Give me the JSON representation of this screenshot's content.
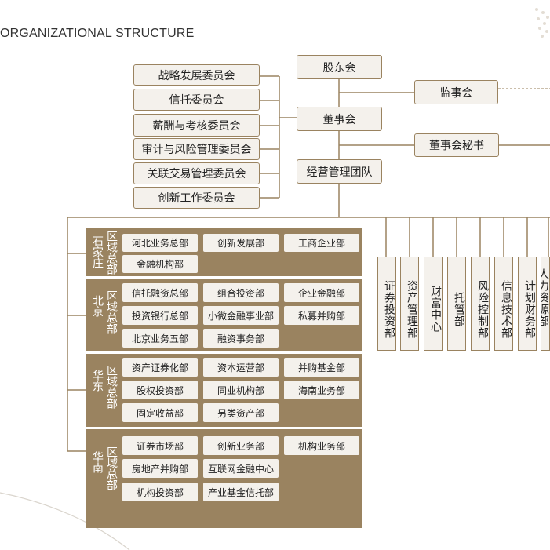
{
  "title": "ORGANIZATIONAL STRUCTURE",
  "top": {
    "shareholders": "股东会",
    "board": "董事会",
    "management": "经营管理团队",
    "supervisors": "监事会",
    "board_secretary": "董事会秘书"
  },
  "committees": [
    "战略发展委员会",
    "信托委员会",
    "薪酬与考核委员会",
    "审计与风险管理委员会",
    "关联交易管理委员会",
    "创新工作委员会"
  ],
  "regions": [
    {
      "name_a": "区域总部",
      "name_b": "石家庄",
      "depts": [
        "河北业务总部",
        "创新发展部",
        "工商企业部",
        "金融机构部"
      ]
    },
    {
      "name_a": "区域总部",
      "name_b": "北京",
      "depts": [
        "信托融资总部",
        "组合投资部",
        "企业金融部",
        "投资银行总部",
        "小微金融事业部",
        "私募并购部",
        "北京业务五部",
        "融资事务部"
      ]
    },
    {
      "name_a": "区域总部",
      "name_b": "华东",
      "depts": [
        "资产证券化部",
        "资本运营部",
        "并购基金部",
        "股权投资部",
        "同业机构部",
        "海南业务部",
        "固定收益部",
        "另类资产部"
      ]
    },
    {
      "name_a": "区域总部",
      "name_b": "华南",
      "depts": [
        "证券市场部",
        "创新业务部",
        "机构业务部",
        "房地产并购部",
        "互联网金融中心",
        "机构投资部",
        "产业基金信托部"
      ]
    }
  ],
  "functional_depts": [
    "证券投资部",
    "资产管理部",
    "财富中心",
    "托管部",
    "风险控制部",
    "信息技术部",
    "计划财务部",
    "人力资源部"
  ]
}
